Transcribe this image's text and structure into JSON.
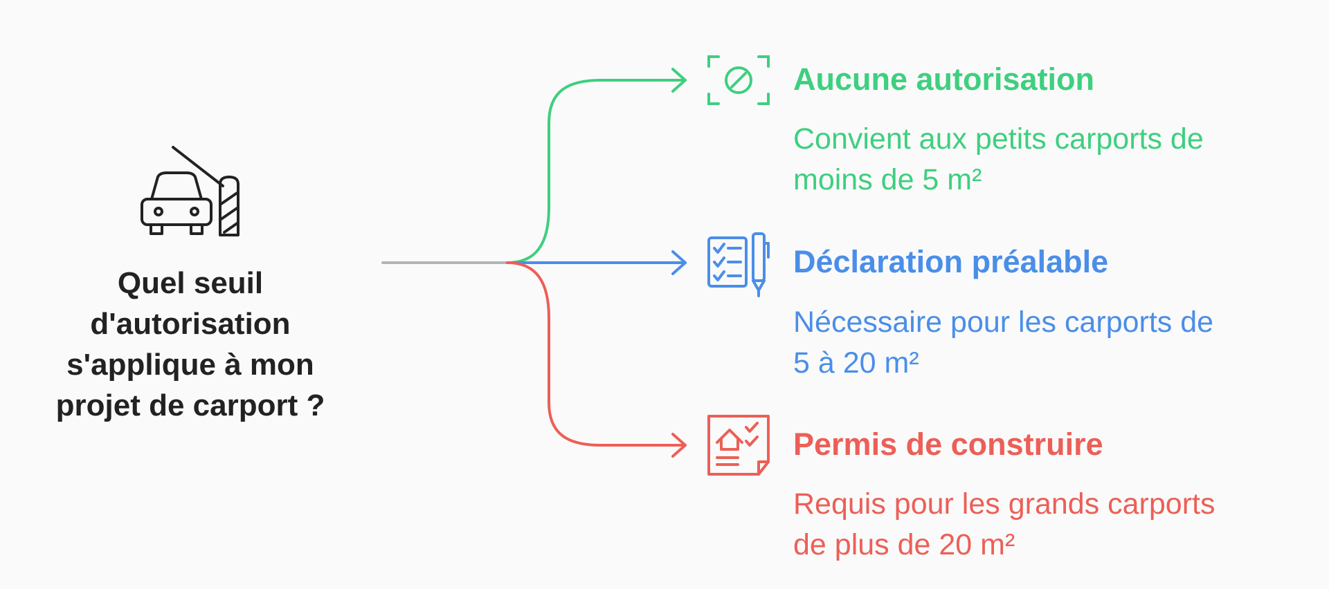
{
  "question": {
    "lines": [
      "Quel seuil",
      "d'autorisation",
      "s'applique à mon",
      "projet de carport ?"
    ],
    "icon": "car-barrier-icon"
  },
  "options": [
    {
      "title": "Aucune autorisation",
      "desc_lines": [
        "Convient aux petits carports de",
        "moins de 5 m²"
      ],
      "color": "#3ecf7f",
      "icon": "prohibited-icon"
    },
    {
      "title": "Déclaration préalable",
      "desc_lines": [
        "Nécessaire pour les carports de",
        "5 à 20 m²"
      ],
      "color": "#4a8ee8",
      "icon": "checklist-pen-icon"
    },
    {
      "title": "Permis de construire",
      "desc_lines": [
        "Requis pour les grands carports",
        "de plus de 20 m²"
      ],
      "color": "#ec5f57",
      "icon": "house-permit-icon"
    }
  ],
  "colors": {
    "stem": "#b4b4b4",
    "text_dark": "#222222",
    "background": "#fafafa"
  }
}
